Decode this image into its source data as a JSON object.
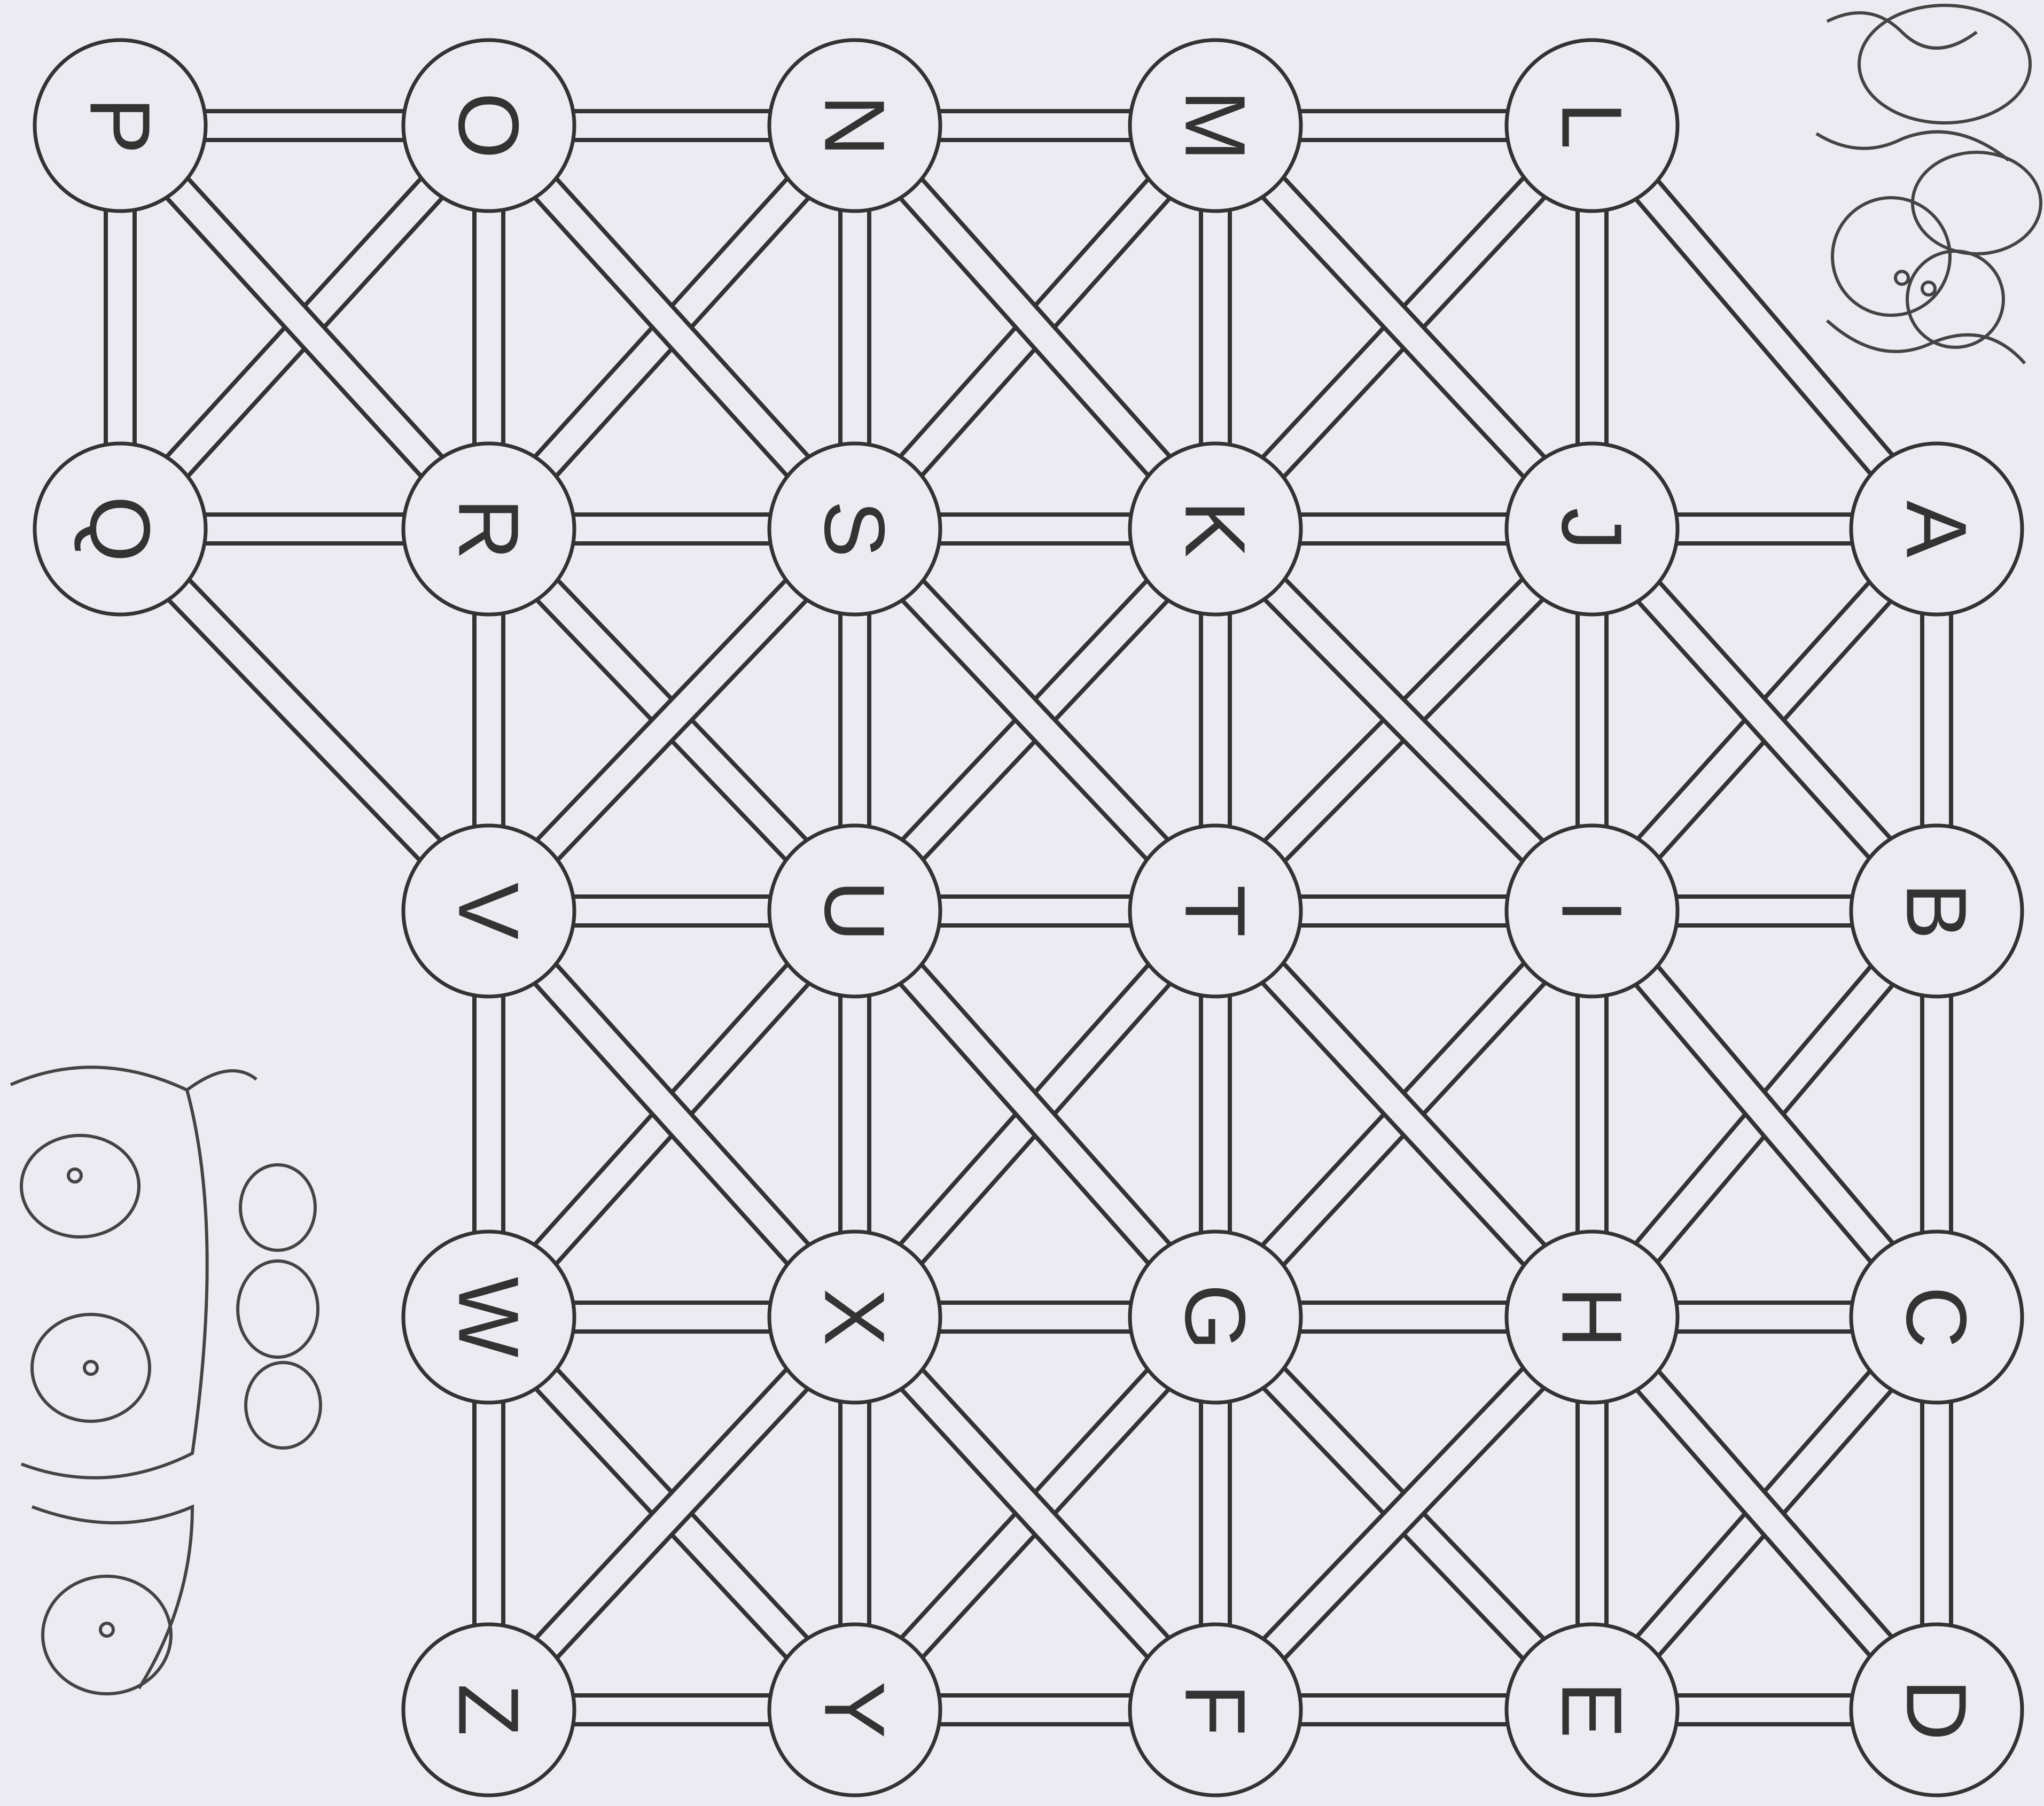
{
  "puzzle": {
    "title": "",
    "nodes": [
      {
        "id": "A",
        "label": "A",
        "row": 0,
        "col": 5
      },
      {
        "id": "B",
        "label": "B",
        "row": 1,
        "col": 5
      },
      {
        "id": "C",
        "label": "C",
        "row": 2,
        "col": 5
      },
      {
        "id": "D",
        "label": "D",
        "row": 3,
        "col": 5
      },
      {
        "id": "E",
        "label": "E",
        "row": 3,
        "col": 4
      },
      {
        "id": "F",
        "label": "F",
        "row": 3,
        "col": 3
      },
      {
        "id": "G",
        "label": "G",
        "row": 2,
        "col": 3
      },
      {
        "id": "H",
        "label": "H",
        "row": 2,
        "col": 4
      },
      {
        "id": "I",
        "label": "I",
        "row": 1,
        "col": 4
      },
      {
        "id": "J",
        "label": "J",
        "row": 0,
        "col": 4
      },
      {
        "id": "K",
        "label": "K",
        "row": 0,
        "col": 3
      },
      {
        "id": "L",
        "label": "L",
        "row": -1,
        "col": 4
      },
      {
        "id": "M",
        "label": "M",
        "row": -1,
        "col": 3
      },
      {
        "id": "N",
        "label": "N",
        "row": -1,
        "col": 2
      },
      {
        "id": "O",
        "label": "O",
        "row": -1,
        "col": 1
      },
      {
        "id": "P",
        "label": "P",
        "row": -1,
        "col": 0
      },
      {
        "id": "Q",
        "label": "Q",
        "row": 0,
        "col": 0
      },
      {
        "id": "R",
        "label": "R",
        "row": 0,
        "col": 1
      },
      {
        "id": "S",
        "label": "S",
        "row": 0,
        "col": 2
      },
      {
        "id": "T",
        "label": "T",
        "row": 1,
        "col": 3
      },
      {
        "id": "U",
        "label": "U",
        "row": 1,
        "col": 2
      },
      {
        "id": "V",
        "label": "V",
        "row": 1,
        "col": 1
      },
      {
        "id": "W",
        "label": "W",
        "row": 2,
        "col": 1
      },
      {
        "id": "X",
        "label": "X",
        "row": 2,
        "col": 2
      },
      {
        "id": "Y",
        "label": "Y",
        "row": 3,
        "col": 2
      },
      {
        "id": "Z",
        "label": "Z",
        "row": 3,
        "col": 1
      }
    ],
    "decorations": [
      "children-illustration-top-right",
      "children-in-sled-illustration-bottom-left"
    ]
  }
}
